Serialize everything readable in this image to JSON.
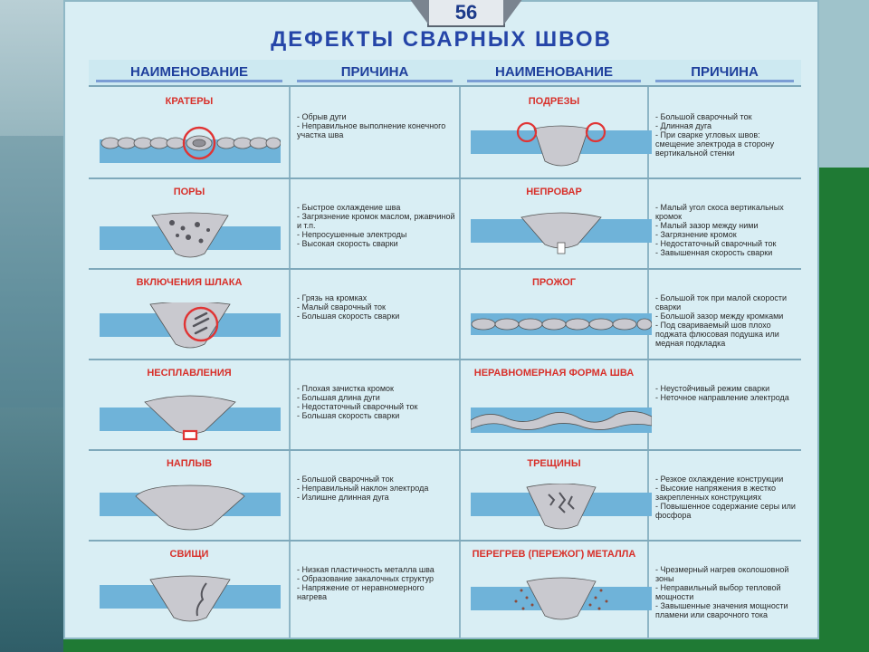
{
  "page": {
    "number": "56",
    "title": "ДЕФЕКТЫ СВАРНЫХ ШВОВ"
  },
  "headers": {
    "name1": "НАИМЕНОВАНИЕ",
    "cause1": "ПРИЧИНА",
    "name2": "НАИМЕНОВАНИЕ",
    "cause2": "ПРИЧИНА"
  },
  "rows": [
    {
      "left": {
        "name": "КРАТЕРЫ",
        "causes": [
          "- Обрыв дуги",
          "- Неправильное выполнение конечного участка шва"
        ]
      },
      "right": {
        "name": "ПОДРЕЗЫ",
        "causes": [
          "- Большой сварочный ток",
          "- Длинная дуга",
          "- При сварке угловых швов: смещение электрода в сторону вертикальной стенки"
        ]
      }
    },
    {
      "left": {
        "name": "ПОРЫ",
        "causes": [
          "- Быстрое охлаждение шва",
          "- Загрязнение кромок маслом, ржавчиной и т.п.",
          "- Непросушенные электроды",
          "- Высокая скорость сварки"
        ]
      },
      "right": {
        "name": "НЕПРОВАР",
        "causes": [
          "- Малый угол скоса вертикальных кромок",
          "- Малый зазор между ними",
          "- Загрязнение кромок",
          "- Недостаточный сварочный ток",
          "- Завышенная скорость сварки"
        ]
      }
    },
    {
      "left": {
        "name": "ВКЛЮЧЕНИЯ ШЛАКА",
        "causes": [
          "- Грязь на кромках",
          "- Малый сварочный ток",
          "- Большая скорость сварки"
        ]
      },
      "right": {
        "name": "ПРОЖОГ",
        "causes": [
          "- Большой ток при малой скорости сварки",
          "- Большой зазор между кромками",
          "- Под свариваемый шов плохо поджата флюсовая подушка или медная подкладка"
        ]
      }
    },
    {
      "left": {
        "name": "НЕСПЛАВЛЕНИЯ",
        "causes": [
          "- Плохая зачистка кромок",
          "- Большая длина дуги",
          "- Недостаточный сварочный ток",
          "- Большая скорость сварки"
        ]
      },
      "right": {
        "name": "НЕРАВНОМЕРНАЯ ФОРМА ШВА",
        "causes": [
          "- Неустойчивый режим сварки",
          "- Неточное направление электрода"
        ]
      }
    },
    {
      "left": {
        "name": "НАПЛЫВ",
        "causes": [
          "- Большой сварочный ток",
          "- Неправильный наклон электрода",
          "- Излишне длинная дуга"
        ]
      },
      "right": {
        "name": "ТРЕЩИНЫ",
        "causes": [
          "- Резкое охлаждение конструкции",
          "- Высокие напряжения в жестко закрепленных конструкциях",
          "- Повышенное содержание серы или фосфора"
        ]
      }
    },
    {
      "left": {
        "name": "СВИЩИ",
        "causes": [
          "- Низкая пластичность металла шва",
          "- Образование закалочных структур",
          "- Напряжение от неравномерного нагрева"
        ]
      },
      "right": {
        "name": "ПЕРЕГРЕВ (ПЕРЕЖОГ) МЕТАЛЛА",
        "causes": [
          "- Чрезмерный нагрев околошовной зоны",
          "- Неправильный выбор тепловой мощности",
          "- Завышенные значения мощности пламени или сварочного тока"
        ]
      }
    }
  ],
  "colors": {
    "title": "#2545a8",
    "defect_name": "#d8302a",
    "plate": "#6fb3d9",
    "weld": "#c8c8cc",
    "marker": "#e03434"
  }
}
